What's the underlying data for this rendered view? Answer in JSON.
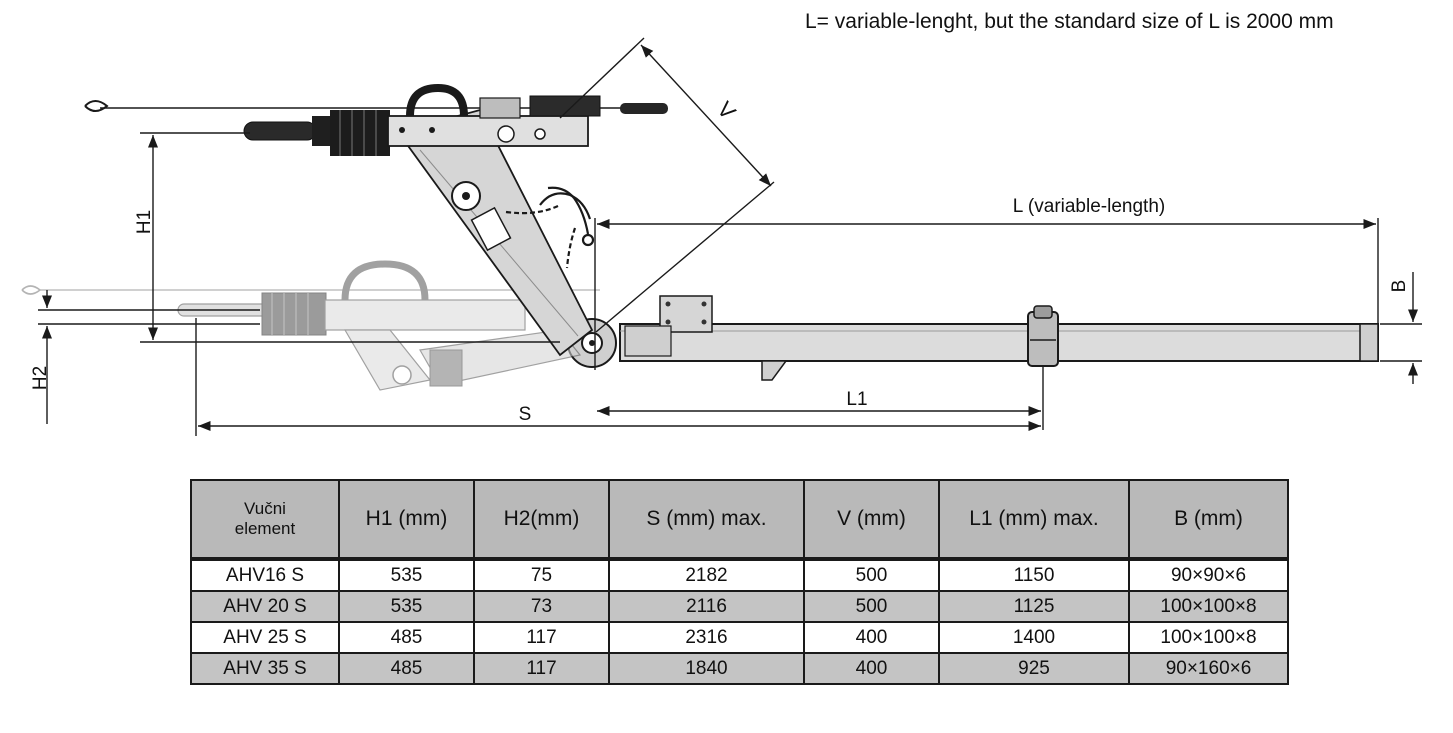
{
  "note": "L= variable-lenght, but the standard size of L is 2000 mm",
  "diagram": {
    "label_V": "V",
    "label_L": "L (variable-length)",
    "label_B": "B",
    "label_H1": "H1",
    "label_H2": "H2",
    "label_L1": "L1",
    "label_S": "S"
  },
  "table": {
    "headers": [
      "Vučni element",
      "H1 (mm)",
      "H2(mm)",
      "S (mm) max.",
      "V (mm)",
      "L1 (mm) max.",
      "B (mm)"
    ],
    "rows": [
      [
        "AHV16 S",
        "535",
        "75",
        "2182",
        "500",
        "1150",
        "90×90×6"
      ],
      [
        "AHV 20 S",
        "535",
        "73",
        "2116",
        "500",
        "1125",
        "100×100×8"
      ],
      [
        "AHV 25 S",
        "485",
        "117",
        "2316",
        "400",
        "1400",
        "100×100×8"
      ],
      [
        "AHV 35 S",
        "485",
        "117",
        "1840",
        "400",
        "925",
        "90×160×6"
      ]
    ]
  },
  "colors": {
    "steel": "#d9d9d9",
    "rubber": "#1c1c1c",
    "line": "#1a1a1a",
    "header_fill": "#b9b9b9",
    "row_alt_fill": "#c4c4c4"
  }
}
